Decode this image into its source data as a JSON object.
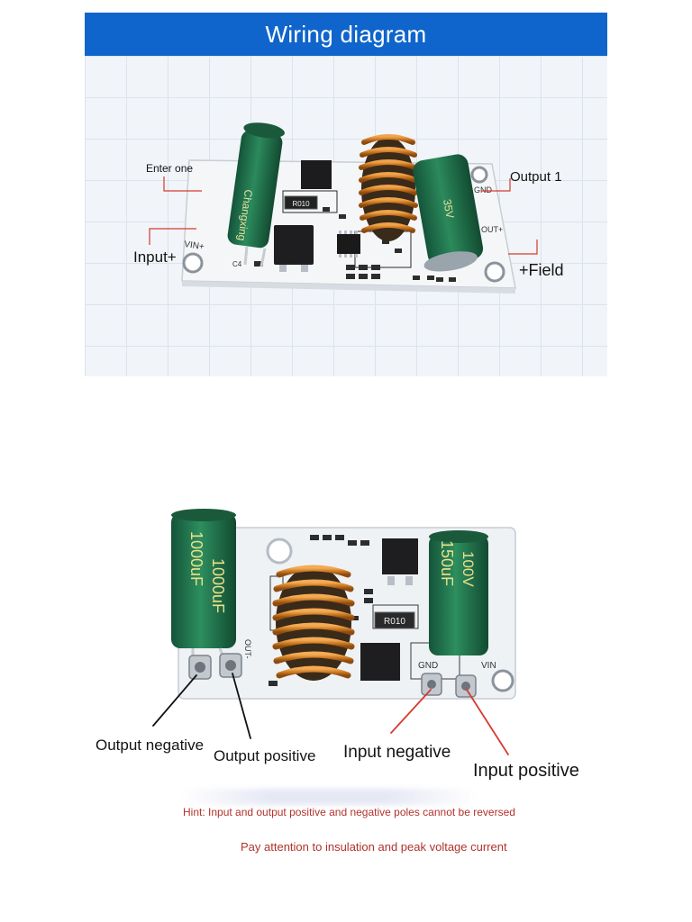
{
  "header": {
    "title": "Wiring diagram"
  },
  "top_labels": {
    "enter_one": "Enter one",
    "input_plus": "Input+",
    "output_1": "Output 1",
    "plus_field": "+Field"
  },
  "top_board_marks": {
    "r010": "R010",
    "vin_plus": "VIN+",
    "gnd": "GND",
    "out_plus": "OUT+",
    "c4": "C4",
    "capacitor_text": "Changxing",
    "cap_rating": "35V"
  },
  "bottom_labels": {
    "output_negative": "Output negative",
    "output_positive": "Output positive",
    "input_negative": "Input negative",
    "input_positive": "Input positive"
  },
  "bottom_board_marks": {
    "cap_left": "1000uF",
    "cap_right_value": "150uF",
    "cap_right_voltage": "100V",
    "r010": "R010",
    "out_minus": "OUT-",
    "gnd": "GND",
    "vin": "VIN"
  },
  "notes": {
    "hint": "Hint: Input and output positive and negative poles cannot be reversed",
    "insulation": "Pay attention to insulation and peak voltage current"
  },
  "colors": {
    "banner": "#0f65cb",
    "pcb": "#f4f6f8",
    "capacitor": "#1f6b45",
    "inductor": "#c9741c",
    "hint_text": "#b2322a",
    "leader_red": "#d63b2f"
  }
}
